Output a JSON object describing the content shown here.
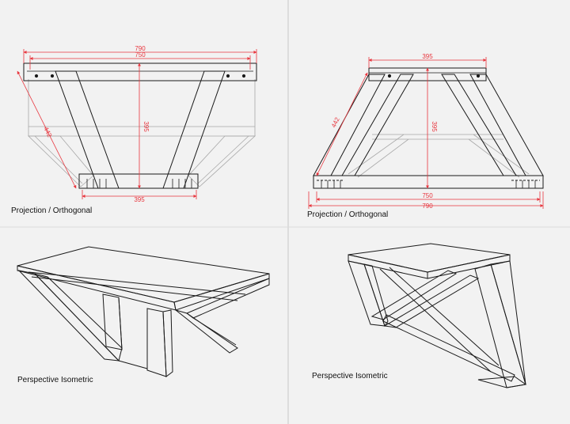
{
  "colors": {
    "background": "#f2f2f2",
    "line": "#1a1a1a",
    "ghost_line": "#9a9a9a",
    "dimension": "#e8353d",
    "divider": "#c8c8c8"
  },
  "panels": {
    "top_left": {
      "caption": "Projection / Orthogonal",
      "dims": {
        "overall": "790",
        "inner": "750",
        "height": "395",
        "bottom": "395",
        "diagonal": "442"
      }
    },
    "top_right": {
      "caption": "Projection / Orthogonal",
      "dims": {
        "top": "395",
        "height": "395",
        "diagonal": "442",
        "inner": "750",
        "overall": "790"
      }
    },
    "bottom_left": {
      "caption": "Perspective Isometric"
    },
    "bottom_right": {
      "caption": "Perspective Isometric"
    }
  }
}
